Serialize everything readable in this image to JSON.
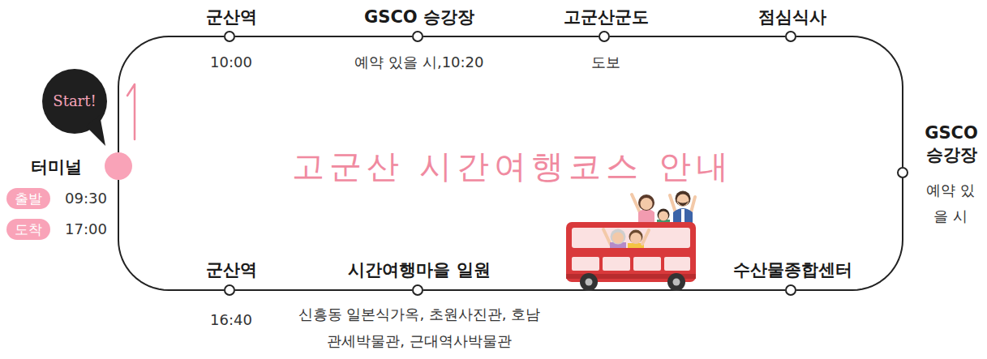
{
  "diagram": {
    "title": "고군산 시간여행코스 안내",
    "nodes": [
      {
        "text": [
          "군산역",
          "10:00"
        ]
      },
      {
        "text": [
          "GSCO 승강장",
          "예약 있을 시,10:20"
        ]
      },
      {
        "text": [
          "고군산군도",
          "도보"
        ]
      },
      {
        "text": [
          "점심식사"
        ]
      },
      {
        "text": [
          "Start!"
        ]
      },
      {
        "text": [
          "터미널"
        ]
      },
      {
        "text": [
          "출발"
        ]
      },
      {
        "text": [
          "도착"
        ]
      },
      {
        "text": [
          "GSCO 승강장",
          "예약 있을 시"
        ]
      },
      {
        "text": [
          "군산역",
          "16:40"
        ]
      },
      {
        "text": [
          "시간여행마을 일원",
          "신흥동 일본식가옥, 초원사진관, 호남관세박물관, 근대역사박물관"
        ]
      },
      {
        "text": [
          "수산물종합센터"
        ]
      }
    ],
    "edges": [
      {
        "from": 5,
        "to": 0,
        "arrow": "none"
      },
      {
        "from": 0,
        "to": 1,
        "arrow": "none"
      },
      {
        "from": 1,
        "to": 2,
        "arrow": "none"
      },
      {
        "from": 2,
        "to": 3,
        "arrow": "none"
      },
      {
        "from": 3,
        "to": 8,
        "arrow": "none"
      },
      {
        "from": 8,
        "to": 11,
        "arrow": "none"
      },
      {
        "from": 11,
        "to": 10,
        "arrow": "none"
      },
      {
        "from": 10,
        "to": 9,
        "arrow": "none"
      },
      {
        "from": 9,
        "to": 5,
        "arrow": "none"
      }
    ],
    "labels": [
      "09:30",
      "17:00"
    ]
  }
}
